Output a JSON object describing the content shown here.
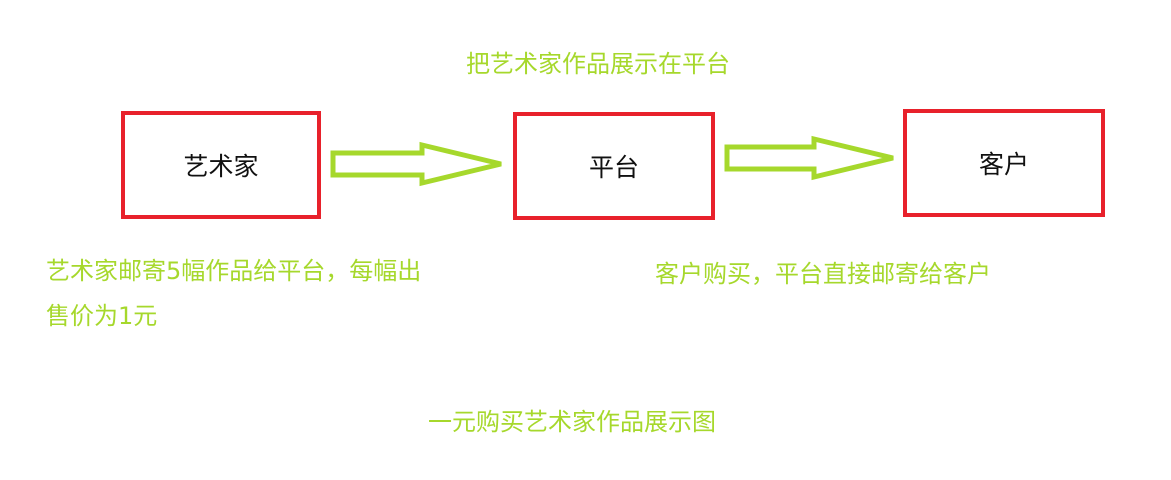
{
  "top_caption": "把艺术家作品展示在平台",
  "nodes": {
    "artist": "艺术家",
    "platform": "平台",
    "customer": "客户"
  },
  "notes": {
    "artist_line1": "艺术家邮寄5幅作品给平台，每幅出",
    "artist_line2": "售价为1元",
    "customer": "客户购买，平台直接邮寄给客户"
  },
  "figure_title": "一元购买艺术家作品展示图",
  "colors": {
    "text_accent": "#a6d82c",
    "box_border": "#e8212b",
    "arrow": "#a6d82c"
  }
}
